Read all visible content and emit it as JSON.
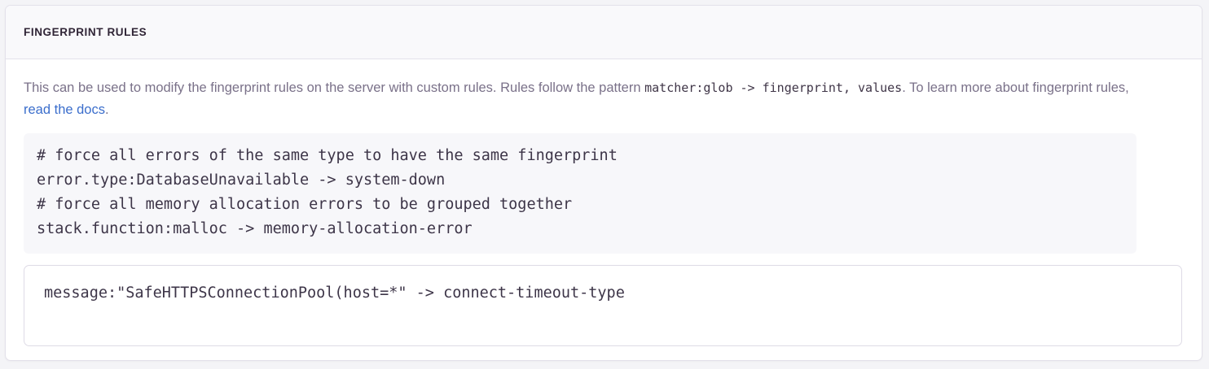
{
  "panel": {
    "title": "FINGERPRINT RULES"
  },
  "description": {
    "part1": "This can be used to modify the fingerprint rules on the server with custom rules. Rules follow the pattern ",
    "inline_code": "matcher:glob -> fingerprint, values",
    "part2": ". To learn more about fingerprint rules, ",
    "link_label": "read the docs",
    "part3": "."
  },
  "example_code": {
    "lines": [
      "# force all errors of the same type to have the same fingerprint",
      "error.type:DatabaseUnavailable -> system-down",
      "# force all memory allocation errors to be grouped together",
      "stack.function:malloc -> memory-allocation-error"
    ]
  },
  "rules_input": {
    "value": "message:\"SafeHTTPSConnectionPool(host=*\" -> connect-timeout-type",
    "placeholder": ""
  },
  "colors": {
    "page_background": "#f4f4f7",
    "panel_background": "#ffffff",
    "panel_border": "#e3e1ea",
    "header_background": "#f9f9fb",
    "title_text": "#302536",
    "description_text": "#7a7189",
    "link": "#3b6ecc",
    "code_background": "#f7f7fa",
    "code_text": "#3d3548",
    "input_border": "#dedbe6"
  }
}
